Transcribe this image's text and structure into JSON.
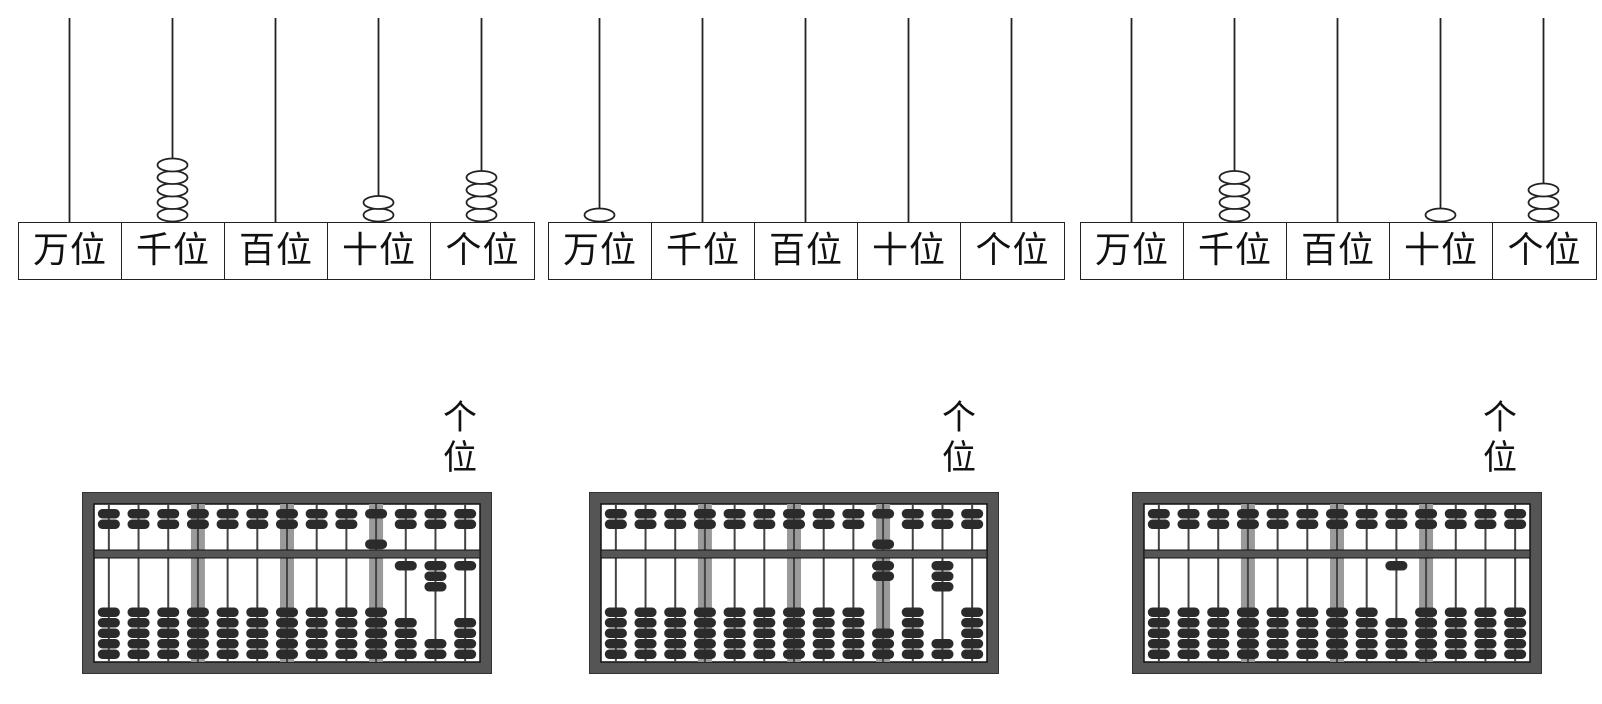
{
  "counters": [
    {
      "id": "counter-1",
      "labels": [
        "万位",
        "千位",
        "百位",
        "十位",
        "个位"
      ],
      "beads": [
        0,
        5,
        0,
        2,
        4
      ]
    },
    {
      "id": "counter-2",
      "labels": [
        "万位",
        "千位",
        "百位",
        "十位",
        "个位"
      ],
      "beads": [
        1,
        0,
        0,
        0,
        0
      ]
    },
    {
      "id": "counter-3",
      "labels": [
        "万位",
        "千位",
        "百位",
        "十位",
        "个位"
      ],
      "beads": [
        0,
        4,
        0,
        1,
        3
      ]
    }
  ],
  "abaci": [
    {
      "id": "abacus-1",
      "unit_label": [
        "个",
        "位"
      ],
      "rod_count": 13,
      "heaven_down": [
        0,
        0,
        0,
        0,
        0,
        0,
        0,
        0,
        0,
        1,
        0,
        0,
        0
      ],
      "earth_up": [
        0,
        0,
        0,
        0,
        0,
        0,
        0,
        0,
        0,
        0,
        1,
        3,
        1
      ]
    },
    {
      "id": "abacus-2",
      "unit_label": [
        "个",
        "位"
      ],
      "rod_count": 13,
      "heaven_down": [
        0,
        0,
        0,
        0,
        0,
        0,
        0,
        0,
        0,
        1,
        0,
        0,
        0
      ],
      "earth_up": [
        0,
        0,
        0,
        0,
        0,
        0,
        0,
        0,
        0,
        2,
        0,
        3,
        0
      ]
    },
    {
      "id": "abacus-3",
      "unit_label": [
        "个",
        "位"
      ],
      "rod_count": 13,
      "heaven_down": [
        0,
        0,
        0,
        0,
        0,
        0,
        0,
        0,
        0,
        0,
        0,
        0,
        0
      ],
      "earth_up": [
        0,
        0,
        0,
        0,
        0,
        0,
        0,
        0,
        1,
        0,
        0,
        0,
        0
      ]
    }
  ],
  "colors": {
    "ink": "#222222",
    "bead": "#2b2b2b",
    "frame": "#555555",
    "frame_dark": "#333333",
    "rod_band": "#9a9a9a"
  }
}
